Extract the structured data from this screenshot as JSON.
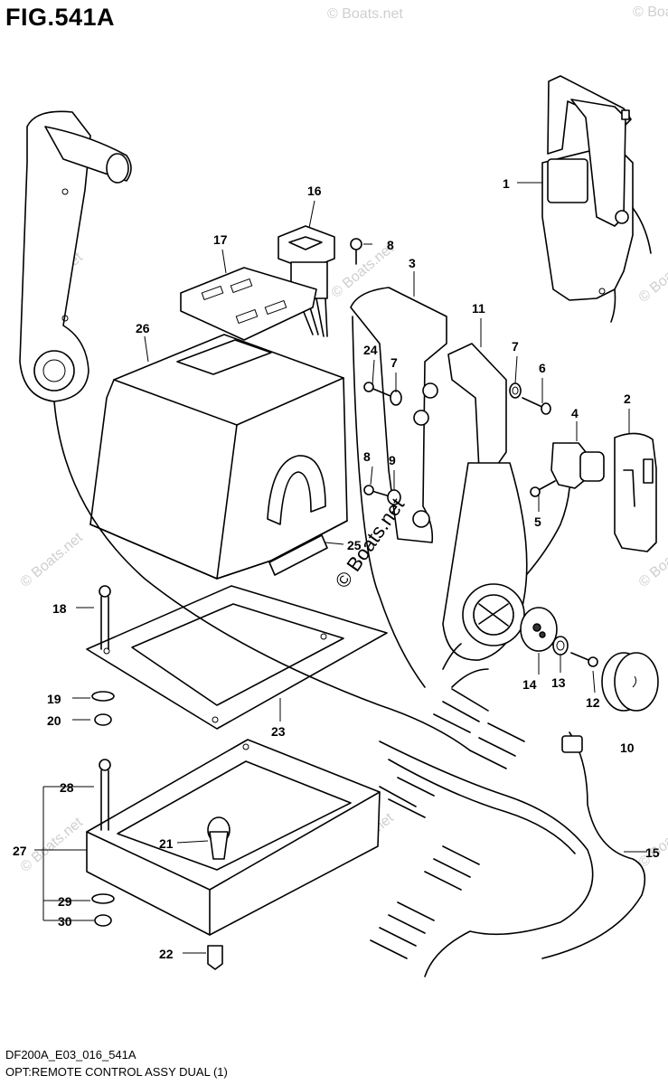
{
  "figure": {
    "title": "FIG.541A",
    "code": "DF200A_E03_016_541A",
    "caption": "OPT:REMOTE CONTROL ASSY DUAL (1)"
  },
  "watermarks": {
    "main": "© Boats.net",
    "faint": "© Boats.net"
  },
  "callouts": {
    "c1": "1",
    "c2": "2",
    "c3": "3",
    "c4": "4",
    "c5": "5",
    "c6": "6",
    "c7a": "7",
    "c7b": "7",
    "c8a": "8",
    "c8b": "8",
    "c9": "9",
    "c10": "10",
    "c11": "11",
    "c12": "12",
    "c13": "13",
    "c14": "14",
    "c15": "15",
    "c16": "16",
    "c17": "17",
    "c18": "18",
    "c19": "19",
    "c20": "20",
    "c21": "21",
    "c22": "22",
    "c23": "23",
    "c24": "24",
    "c25": "25",
    "c26": "26",
    "c27": "27",
    "c28": "28",
    "c29": "29",
    "c30": "30"
  }
}
